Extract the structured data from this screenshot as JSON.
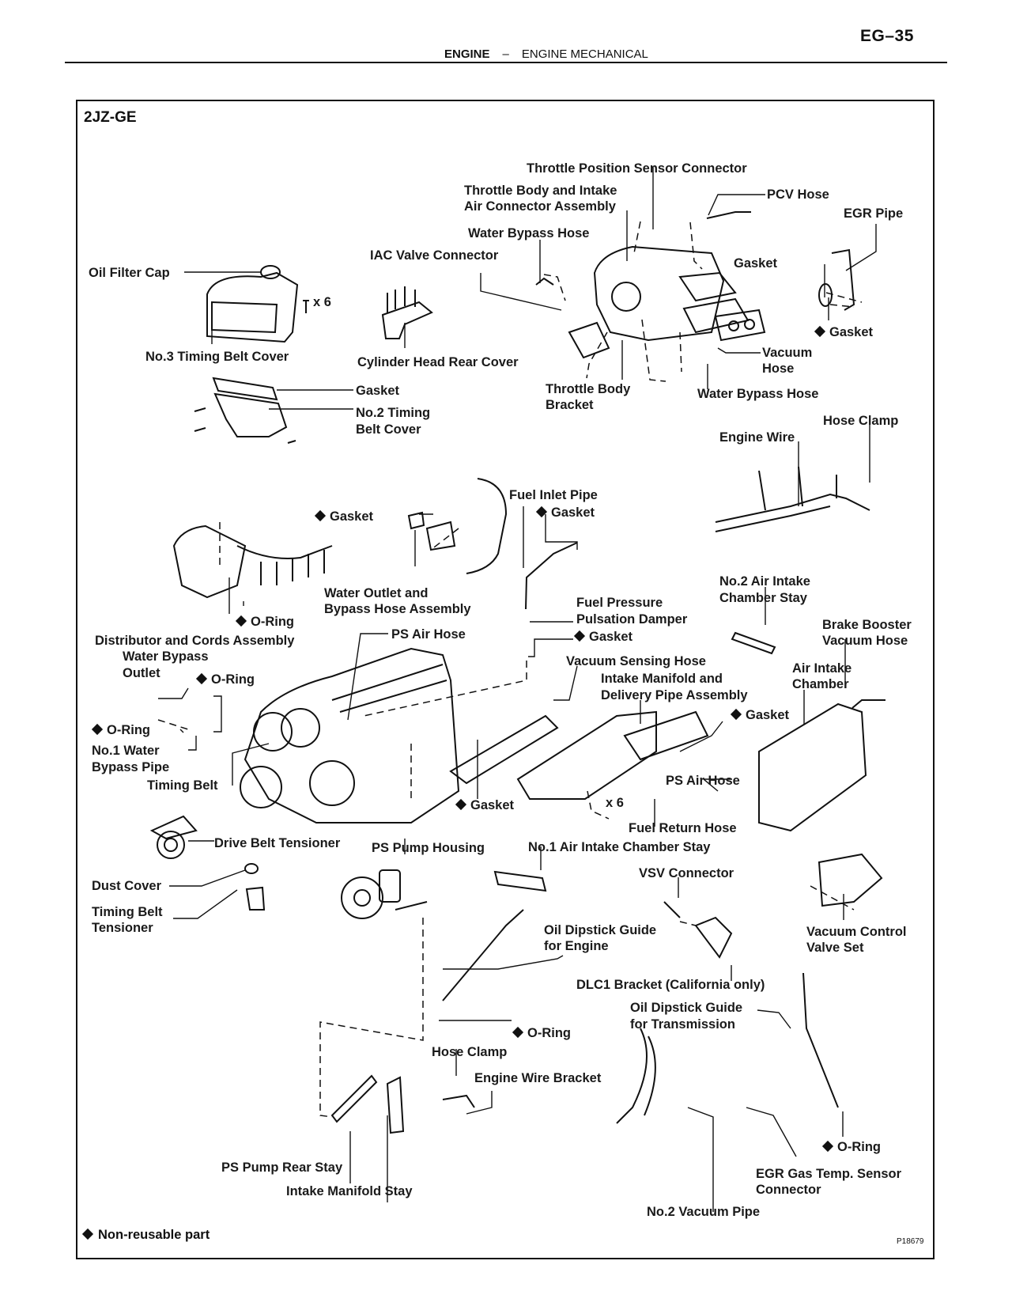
{
  "header": {
    "page_number": "EG–35",
    "section": "ENGINE",
    "separator": "–",
    "subsection": "ENGINE MECHANICAL"
  },
  "diagram": {
    "model": "2JZ-GE",
    "figure_code": "P18679",
    "legend": "Non-reusable part",
    "legend_symbol": "diamond",
    "labels": {
      "throttle_position_sensor_connector": "Throttle Position Sensor Connector",
      "throttle_body_line1": "Throttle Body and Intake",
      "throttle_body_line2": "Air Connector Assembly",
      "pcv_hose": "PCV Hose",
      "egr_pipe": "EGR Pipe",
      "water_bypass_hose_top": "Water Bypass Hose",
      "iac_valve_connector": "IAC Valve Connector",
      "oil_filter_cap": "Oil Filter Cap",
      "x6_top": "x 6",
      "gasket_throttle": "Gasket",
      "gasket_egr": "Gasket",
      "no3_timing_belt_cover": "No.3 Timing Belt Cover",
      "cylinder_head_rear_cover": "Cylinder Head Rear Cover",
      "vacuum_hose_line1": "Vacuum",
      "vacuum_hose_line2": "Hose",
      "throttle_body_bracket_line1": "Throttle Body",
      "throttle_body_bracket_line2": "Bracket",
      "water_bypass_hose_lower": "Water Bypass Hose",
      "gasket_timing": "Gasket",
      "no2_timing_belt_cover_line1": "No.2 Timing",
      "no2_timing_belt_cover_line2": "Belt Cover",
      "hose_clamp_top": "Hose Clamp",
      "engine_wire": "Engine Wire",
      "fuel_inlet_pipe": "Fuel Inlet Pipe",
      "gasket_fuel_inlet": "Gasket",
      "gasket_water_outlet": "Gasket",
      "water_outlet_line1": "Water Outlet and",
      "water_outlet_line2": "Bypass Hose Assembly",
      "o_ring_distributor": "O-Ring",
      "distributor": "Distributor and Cords Assembly",
      "no2_air_intake_stay_line1": "No.2 Air Intake",
      "no2_air_intake_stay_line2": "Chamber Stay",
      "fuel_pressure_line1": "Fuel Pressure",
      "fuel_pressure_line2": "Pulsation Damper",
      "gasket_damper": "Gasket",
      "ps_air_hose_top": "PS Air Hose",
      "brake_booster_line1": "Brake Booster",
      "brake_booster_line2": "Vacuum Hose",
      "water_bypass_outlet_line1": "Water Bypass",
      "water_bypass_outlet_line2": "Outlet",
      "o_ring_bypass": "O-Ring",
      "vacuum_sensing_hose": "Vacuum Sensing Hose",
      "intake_manifold_line1": "Intake Manifold and",
      "intake_manifold_line2": "Delivery Pipe Assembly",
      "air_intake_chamber_line1": "Air Intake",
      "air_intake_chamber_line2": "Chamber",
      "o_ring_left": "O-Ring",
      "gasket_intake": "Gasket",
      "no1_water_bypass_line1": "No.1 Water",
      "no1_water_bypass_line2": "Bypass Pipe",
      "timing_belt": "Timing Belt",
      "ps_air_hose_lower": "PS Air Hose",
      "gasket_manifold": "Gasket",
      "x6_manifold": "x 6",
      "fuel_return_hose": "Fuel Return Hose",
      "drive_belt_tensioner": "Drive Belt Tensioner",
      "ps_pump_housing": "PS Pump Housing",
      "no1_air_intake_stay": "No.1 Air Intake Chamber Stay",
      "vsv_connector": "VSV Connector",
      "dust_cover": "Dust Cover",
      "timing_belt_tensioner_line1": "Timing Belt",
      "timing_belt_tensioner_line2": "Tensioner",
      "vacuum_control_line1": "Vacuum Control",
      "vacuum_control_line2": "Valve Set",
      "oil_dipstick_engine_line1": "Oil Dipstick Guide",
      "oil_dipstick_engine_line2": "for Engine",
      "dlc1_bracket": "DLC1 Bracket (California only)",
      "oil_dipstick_trans_line1": "Oil Dipstick Guide",
      "oil_dipstick_trans_line2": "for Transmission",
      "o_ring_dipstick": "O-Ring",
      "hose_clamp_lower": "Hose Clamp",
      "engine_wire_bracket": "Engine Wire Bracket",
      "o_ring_trans": "O-Ring",
      "ps_pump_rear_stay": "PS Pump Rear Stay",
      "egr_gas_temp_line1": "EGR Gas Temp. Sensor",
      "egr_gas_temp_line2": "Connector",
      "intake_manifold_stay": "Intake Manifold Stay",
      "no2_vacuum_pipe": "No.2 Vacuum Pipe"
    }
  }
}
